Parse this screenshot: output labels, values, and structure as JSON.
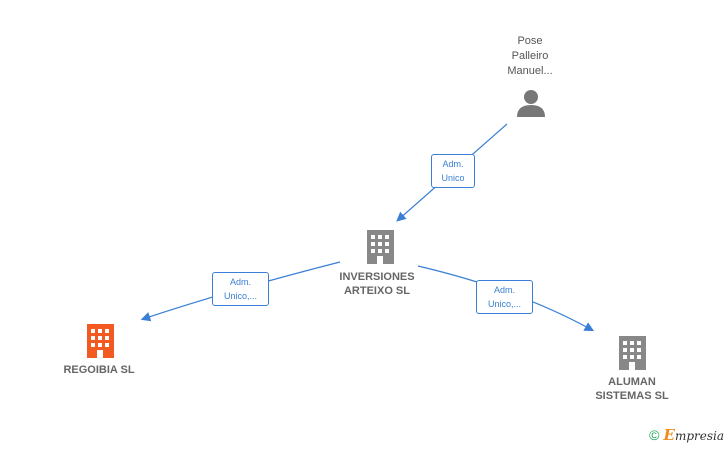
{
  "nodes": {
    "person": {
      "label": "Pose\nPalleiro\nManuel..."
    },
    "inversiones": {
      "label": "INVERSIONES\nARTEIXO  SL"
    },
    "regoibia": {
      "label": "REGOIBIA  SL"
    },
    "aluman": {
      "label": "ALUMAN\nSISTEMAS  SL"
    }
  },
  "edges": {
    "person_to_inversiones": {
      "label": "Adm.\nUnico"
    },
    "inversiones_to_regoibia": {
      "label": "Adm.\nUnico,..."
    },
    "inversiones_to_aluman": {
      "label": "Adm.\nUnico,..."
    }
  },
  "footer": {
    "copyright_symbol": "©",
    "brand_initial": "E",
    "brand_rest": "mpresia"
  },
  "colors": {
    "edge": "#3a7fd5",
    "building_gray": "#888888",
    "building_highlight": "#f25a22",
    "person": "#777777"
  }
}
